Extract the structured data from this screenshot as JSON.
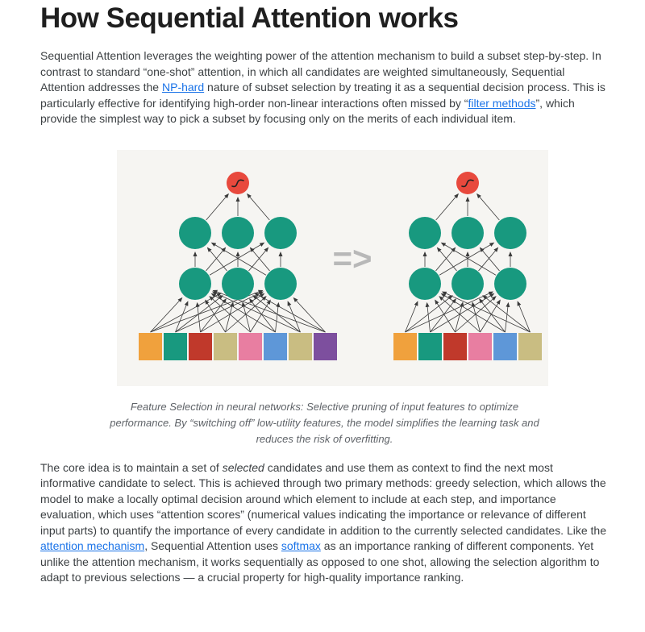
{
  "page": {
    "title": "How Sequential Attention works"
  },
  "intro": {
    "seg1": "Sequential Attention leverages the weighting power of the attention mechanism to build a subset step-by-step. In contrast to standard “one-shot” attention, in which all candidates are weighted simultaneously, Sequential Attention addresses the ",
    "link_np_hard": "NP-hard",
    "seg2": " nature of subset selection by treating it as a sequential decision process. This is particularly effective for identifying high-order non-linear interactions often missed by “",
    "link_filter_methods": "filter methods",
    "seg3": "”, which provide the simplest way to pick a subset by focusing only on the merits of each individual item."
  },
  "figure": {
    "arrow_label": "=>",
    "caption": "Feature Selection in neural networks: Selective pruning of input features to optimize performance. By “switching off” low-utility features, the model simplifies the learning task and reduces the risk of overfitting.",
    "colors": {
      "hidden_node": "#18997f",
      "output_node": "#e8493d",
      "edge": "#3a3a3a",
      "background": "#f6f5f2",
      "arrow_label": "#b8b8b8"
    },
    "left_features": [
      "#f0a13d",
      "#18997f",
      "#c0392b",
      "#c9bd82",
      "#e87ea1",
      "#5e97d8",
      "#c9bd82",
      "#7d4f9e"
    ],
    "right_features": [
      "#f0a13d",
      "#18997f",
      "#c0392b",
      "#e87ea1",
      "#5e97d8",
      "#c9bd82"
    ],
    "hidden_layers": 2,
    "nodes_per_layer": 3
  },
  "body": {
    "seg1": "The core idea is to maintain a set of ",
    "italic_selected": "selected",
    "seg2": " candidates and use them as context to find the next most informative candidate to select. This is achieved through two primary methods: greedy selection, which allows the model to make a locally optimal decision around which element to include at each step, and importance evaluation, which uses “attention scores” (numerical values indicating the importance or relevance of different input parts) to quantify the importance of every candidate in addition to the currently selected candidates. Like the ",
    "link_attention": "attention mechanism",
    "seg3": ", Sequential Attention uses ",
    "link_softmax": "softmax",
    "seg4": " as an importance ranking of different components. Yet unlike the attention mechanism, it works sequentially as opposed to one shot, allowing the selection algorithm to adapt to previous selections — a crucial property for high-quality importance ranking."
  }
}
